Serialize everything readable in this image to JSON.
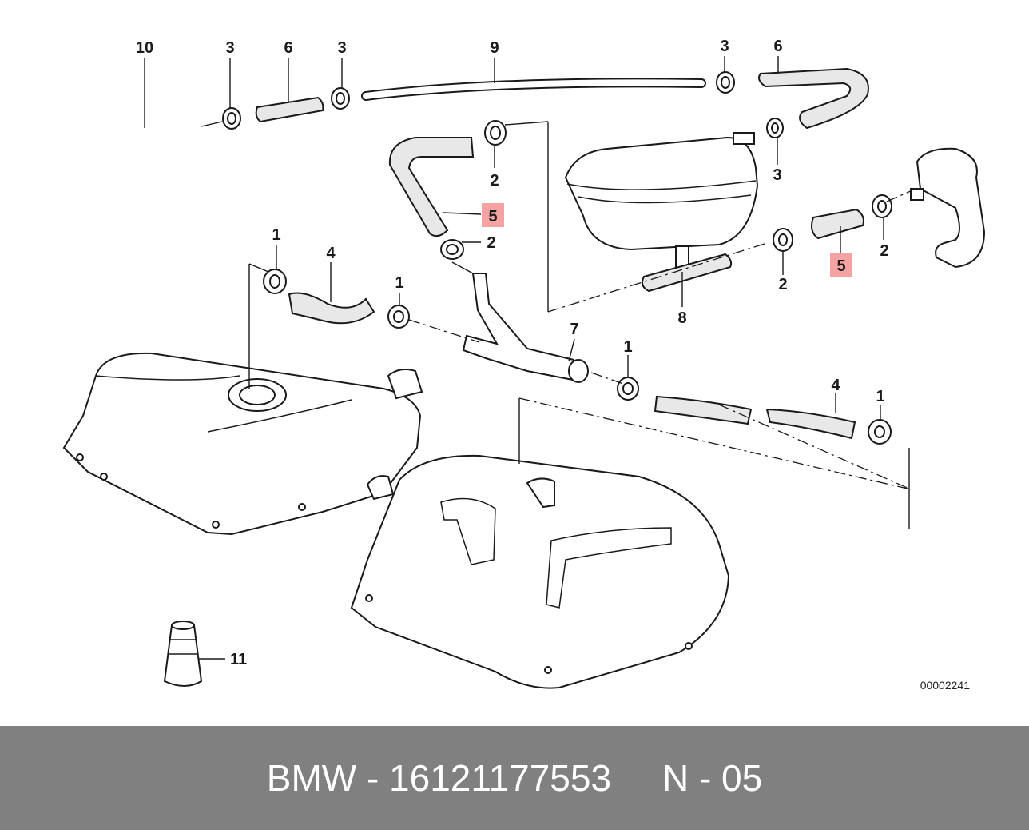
{
  "callouts": {
    "c10": "10",
    "c3a": "3",
    "c6a": "6",
    "c3b": "3",
    "c9": "9",
    "c3c": "3",
    "c6b": "6",
    "c2a": "2",
    "c5a": "5",
    "c2b": "2",
    "c3d": "3",
    "c1a": "1",
    "c4a": "4",
    "c1b": "1",
    "c7": "7",
    "c2c": "2",
    "c5b": "5",
    "c2d": "2",
    "c8": "8",
    "c1c": "1",
    "c4b": "4",
    "c1d": "1",
    "c11": "11"
  },
  "reference_number": "00002241",
  "footer": {
    "text": "BMW - 16121177553     N - 05"
  },
  "colors": {
    "highlight": "#f4a2a2",
    "footer_background": "#808080",
    "footer_text": "#ffffff"
  }
}
